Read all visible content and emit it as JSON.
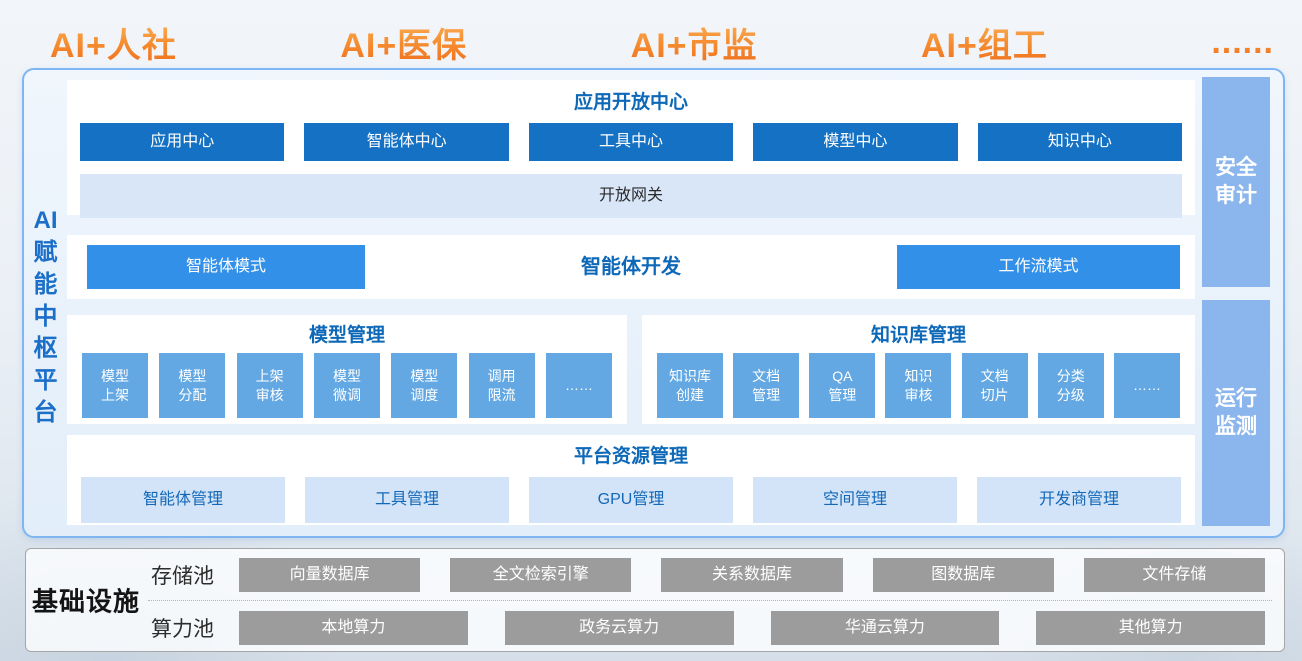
{
  "header": {
    "apps": [
      "AI+人社",
      "AI+医保",
      "AI+市监",
      "AI+组工",
      "......"
    ]
  },
  "platform": {
    "left_label": [
      "AI",
      "赋",
      "能",
      "中",
      "枢",
      "平",
      "台"
    ],
    "app_center": {
      "title": "应用开放中心",
      "buttons": [
        "应用中心",
        "智能体中心",
        "工具中心",
        "模型中心",
        "知识中心"
      ],
      "gateway": "开放网关"
    },
    "agent_dev": {
      "title": "智能体开发",
      "left_button": "智能体模式",
      "right_button": "工作流模式"
    },
    "model_mgmt": {
      "title": "模型管理",
      "tiles": [
        [
          "模型",
          "上架"
        ],
        [
          "模型",
          "分配"
        ],
        [
          "上架",
          "审核"
        ],
        [
          "模型",
          "微调"
        ],
        [
          "模型",
          "调度"
        ],
        [
          "调用",
          "限流"
        ],
        [
          "……",
          ""
        ]
      ]
    },
    "knowledge_mgmt": {
      "title": "知识库管理",
      "tiles": [
        [
          "知识库",
          "创建"
        ],
        [
          "文档",
          "管理"
        ],
        [
          "QA",
          "管理"
        ],
        [
          "知识",
          "审核"
        ],
        [
          "文档",
          "切片"
        ],
        [
          "分类",
          "分级"
        ],
        [
          "……",
          ""
        ]
      ]
    },
    "resource_mgmt": {
      "title": "平台资源管理",
      "buttons": [
        "智能体管理",
        "工具管理",
        "GPU管理",
        "空间管理",
        "开发商管理"
      ]
    },
    "side_bars": [
      {
        "lines": [
          "安全",
          "审计"
        ]
      },
      {
        "lines": [
          "运行",
          "监测"
        ]
      }
    ]
  },
  "infrastructure": {
    "title": "基础设施",
    "rows": [
      {
        "label": "存储池",
        "items": [
          "向量数据库",
          "全文检索引擎",
          "关系数据库",
          "图数据库",
          "文件存储"
        ]
      },
      {
        "label": "算力池",
        "items": [
          "本地算力",
          "政务云算力",
          "华通云算力",
          "其他算力"
        ]
      }
    ]
  },
  "colors": {
    "dark_blue": "#1471c4",
    "bright_blue": "#3390e8",
    "tile_blue": "#63a8e3",
    "bar_blue": "#8ab5ed",
    "light_blue": "#d9e6f8",
    "title_blue": "#0e68b8",
    "orange": "#ef6e1c",
    "gray": "#9c9c9c",
    "panel_border": "#7db6f2"
  }
}
